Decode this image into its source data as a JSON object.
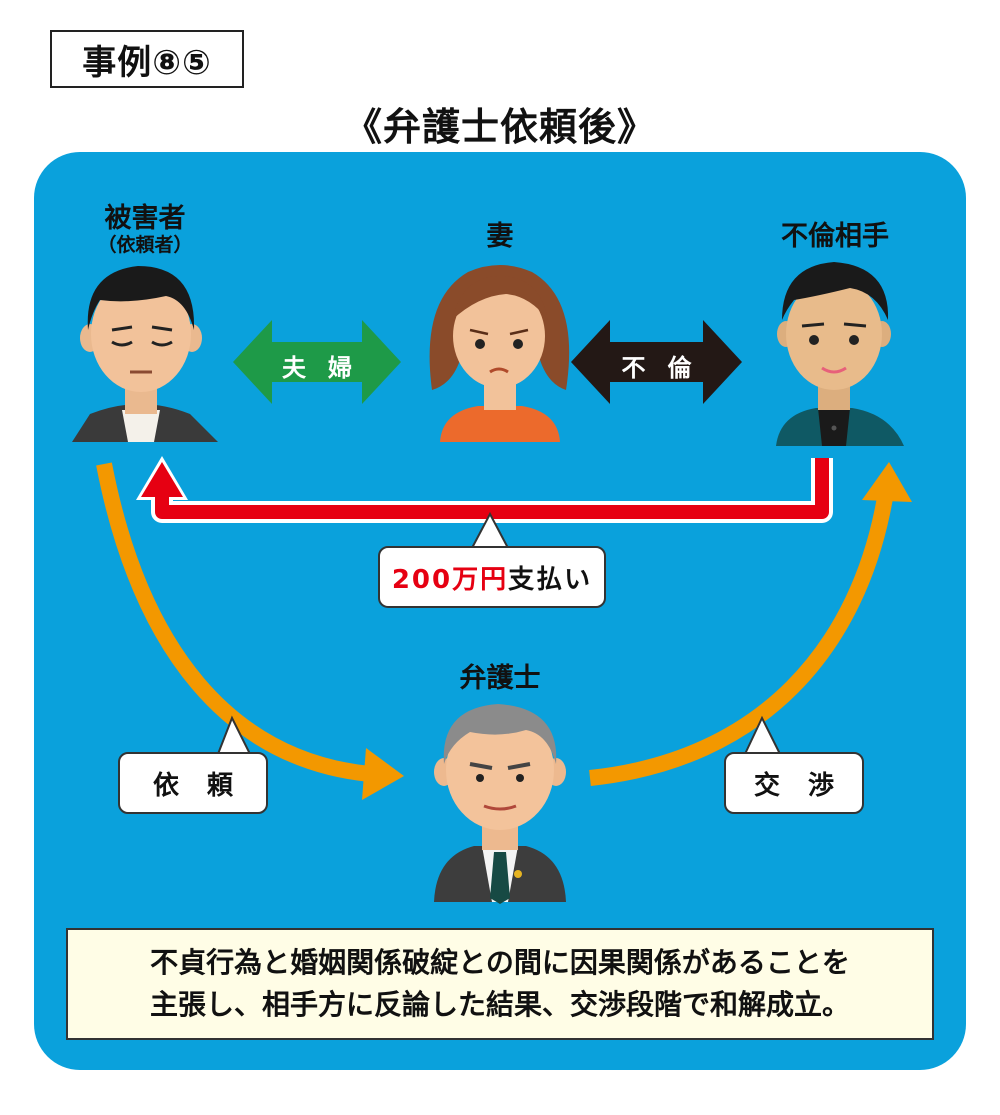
{
  "header": {
    "case_label": "事例⑧⑤",
    "title": "《弁護士依頼後》"
  },
  "people": {
    "victim": {
      "label": "被害者",
      "sub": "（依頼者）"
    },
    "wife": {
      "label": "妻"
    },
    "partner": {
      "label": "不倫相手"
    },
    "lawyer": {
      "label": "弁護士"
    }
  },
  "relations": {
    "couple": "夫婦",
    "affair": "不倫"
  },
  "bubbles": {
    "payment_amount": "200万円",
    "payment_text": "支払い",
    "request": "依頼",
    "negotiation": "交渉"
  },
  "summary": {
    "line1": "不貞行為と婚姻関係破綻との間に因果関係があることを",
    "line2": "主張し、相手方に反論した結果、交渉段階で和解成立。"
  },
  "colors": {
    "panel": "#0aa1dc",
    "couple_arrow": "#1e9a48",
    "affair_arrow": "#231815",
    "payment_arrow": "#e60012",
    "flow_arrow": "#f39800",
    "summary_bg": "#fffde6"
  }
}
